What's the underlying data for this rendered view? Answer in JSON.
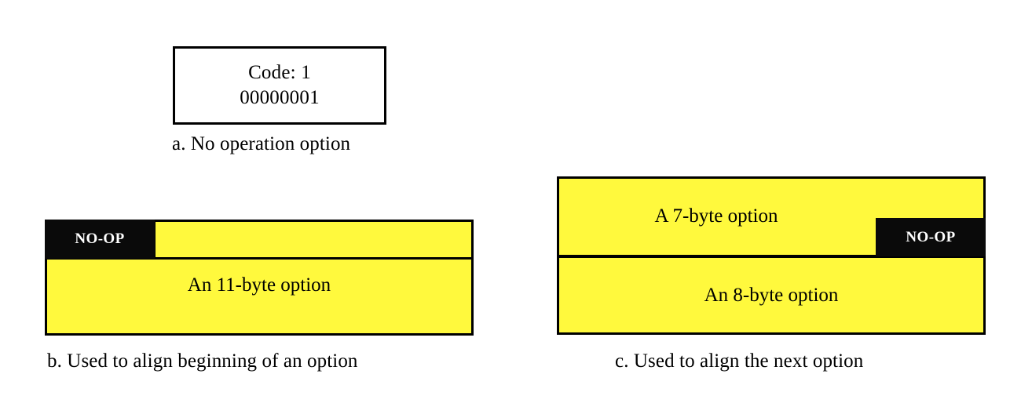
{
  "figure": {
    "panel_a": {
      "box": {
        "code_line": "Code: 1",
        "binary_line": "00000001"
      },
      "caption": "a. No operation option"
    },
    "panel_b": {
      "noop_label": "NO-OP",
      "option_label": "An 11-byte option",
      "caption": "b. Used to align beginning of an option"
    },
    "panel_c": {
      "top_option_label": "A 7-byte option",
      "noop_label": "NO-OP",
      "bottom_option_label": "An 8-byte option",
      "caption": "c. Used to align the next option"
    }
  },
  "colors": {
    "option_fill": "#fff93d",
    "noop_fill": "#0a0a0a",
    "noop_text": "#ffffff",
    "outline": "#000000",
    "page_background": "#ffffff"
  }
}
